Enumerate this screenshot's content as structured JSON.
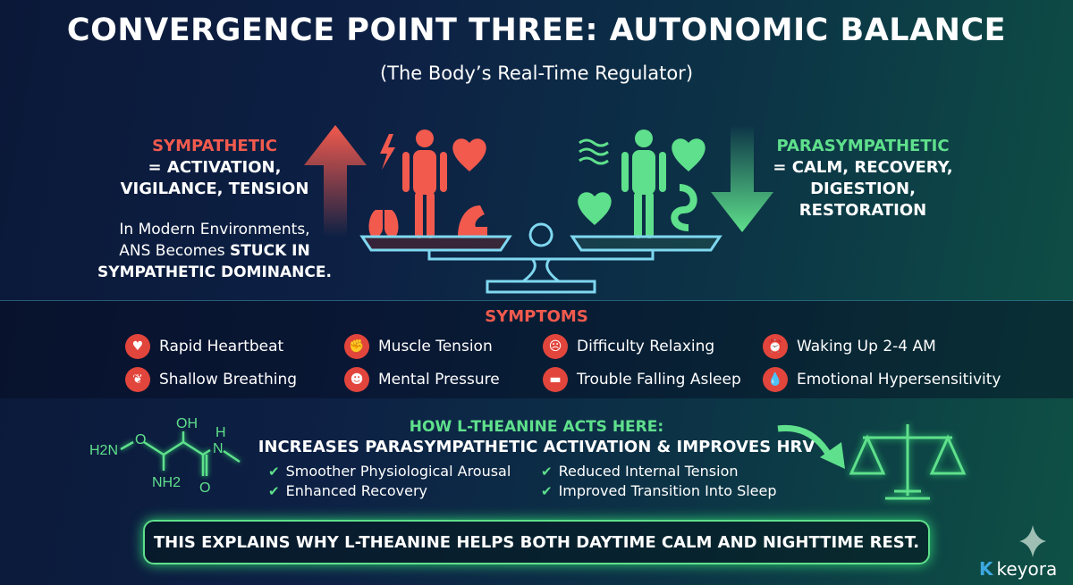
{
  "title": "CONVERGENCE POINT THREE: AUTONOMIC BALANCE",
  "subtitle": "(The Body’s Real-Time Regulator)",
  "sympathetic": {
    "label": "SYMPATHETIC",
    "line1": "= ACTIVATION,",
    "line2": "VIGILANCE, TENSION"
  },
  "modern": {
    "line1": "In Modern Environments,",
    "line2a": "ANS Becomes ",
    "line2b": "STUCK IN",
    "line3": "SYMPATHETIC DOMINANCE."
  },
  "parasympathetic": {
    "label": "PARASYMPATHETIC",
    "line1": "= CALM, RECOVERY,",
    "line2": "DIGESTION,",
    "line3": "RESTORATION"
  },
  "symptoms": {
    "title": "SYMPTOMS",
    "items": [
      {
        "label": "Rapid Heartbeat",
        "icon": "heart-pulse-icon"
      },
      {
        "label": "Muscle Tension",
        "icon": "muscle-icon"
      },
      {
        "label": "Difficulty Relaxing",
        "icon": "stressed-person-icon"
      },
      {
        "label": "Waking Up 2-4 AM",
        "icon": "alarm-clock-icon"
      },
      {
        "label": "Shallow Breathing",
        "icon": "lungs-icon"
      },
      {
        "label": "Mental Pressure",
        "icon": "head-brain-icon"
      },
      {
        "label": "Trouble Falling Asleep",
        "icon": "bed-icon"
      },
      {
        "label": "Emotional Hypersensitivity",
        "icon": "drop-icon"
      }
    ]
  },
  "theanine": {
    "heading": "HOW L-THEANINE ACTS HERE:",
    "subheading": "INCREASES PARASYMPATHETIC ACTIVATION & IMPROVES HRV",
    "benefits": [
      "Smoother Physiological Arousal",
      "Reduced Internal Tension",
      "Enhanced Recovery",
      "Improved Transition Into Sleep"
    ]
  },
  "molecule": {
    "oh": "OH",
    "h2n": "H2N",
    "o": "O",
    "nh2": "NH2",
    "n": "N",
    "h": "H",
    "o2": "O"
  },
  "banner": "THIS EXPLAINS WHY L-THEANINE HELPS BOTH DAYTIME CALM AND NIGHTTIME REST.",
  "logo": "keyora",
  "colors": {
    "red": "#f25a4e",
    "green": "#5fe08c",
    "scale": "#7fd8f0"
  }
}
